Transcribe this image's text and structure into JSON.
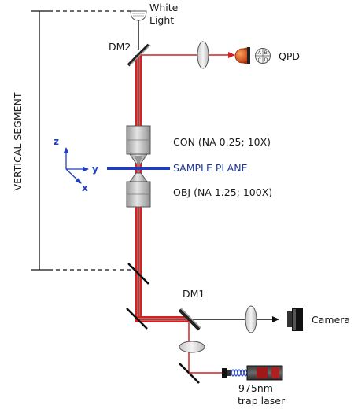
{
  "labels": {
    "white_light": [
      "White",
      "Light"
    ],
    "dm2": "DM2",
    "qpd": "QPD",
    "qpd_quadrants": [
      "A",
      "B",
      "C",
      "D"
    ],
    "vertical_segment": "VERTICAL SEGMENT",
    "con": "CON (NA 0.25; 10X)",
    "sample_plane": "SAMPLE PLANE",
    "obj": "OBJ (NA 1.25; 100X)",
    "axis_z": "z",
    "axis_y": "y",
    "axis_x": "x",
    "dm1": "DM1",
    "camera": "Camera",
    "laser": [
      "975nm",
      "trap laser"
    ]
  },
  "colors": {
    "laser_beam": "#d42020",
    "laser_beam_light": "#f08a8a",
    "imaging_beam": "#111111",
    "sample_plane": "#1f3fbf",
    "axes": "#1f3fbf",
    "optics_fill": "#d8d8d8",
    "qpd_fill": "#d9541e"
  },
  "icons": {
    "lamp": "light-bulb-icon",
    "camera": "camera-icon",
    "laser": "laser-icon",
    "qpd": "quadrant-photodiode-icon"
  }
}
